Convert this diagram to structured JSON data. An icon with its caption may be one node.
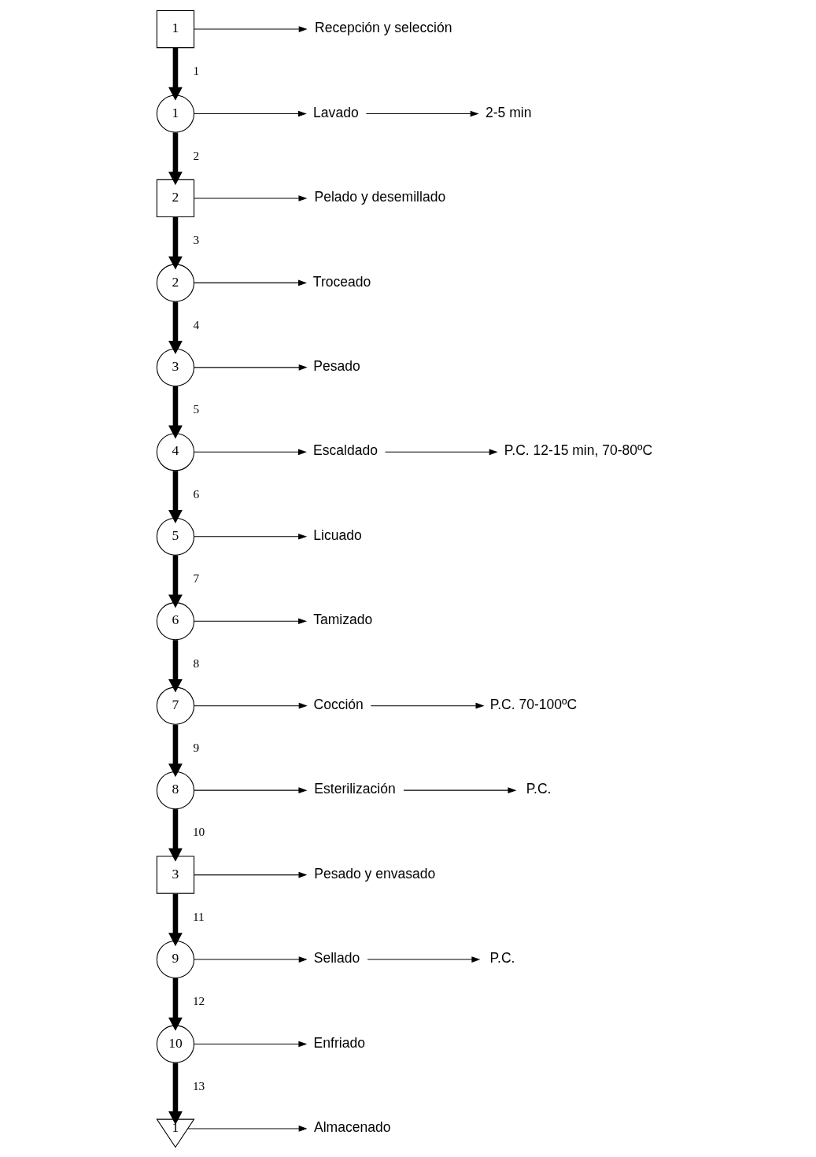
{
  "diagram": {
    "nodes": [
      {
        "text": [
          "1"
        ]
      },
      {
        "text": [
          "Recepción y selección"
        ]
      },
      {
        "text": [
          "1"
        ]
      },
      {
        "text": [
          "Lavado"
        ]
      },
      {
        "text": [
          "2-5 min"
        ]
      },
      {
        "text": [
          "2"
        ]
      },
      {
        "text": [
          "Pelado y desemillado"
        ]
      },
      {
        "text": [
          "2"
        ]
      },
      {
        "text": [
          "Troceado"
        ]
      },
      {
        "text": [
          "3"
        ]
      },
      {
        "text": [
          "Pesado"
        ]
      },
      {
        "text": [
          "4"
        ]
      },
      {
        "text": [
          "Escaldado"
        ]
      },
      {
        "text": [
          "P.C. 12-15 min, 70-80ºC"
        ]
      },
      {
        "text": [
          "5"
        ]
      },
      {
        "text": [
          "Licuado"
        ]
      },
      {
        "text": [
          "6"
        ]
      },
      {
        "text": [
          "Tamizado"
        ]
      },
      {
        "text": [
          "7"
        ]
      },
      {
        "text": [
          "Cocción"
        ]
      },
      {
        "text": [
          "P.C. 70-100ºC"
        ]
      },
      {
        "text": [
          "8"
        ]
      },
      {
        "text": [
          "Esterilización"
        ]
      },
      {
        "text": [
          "P.C."
        ]
      },
      {
        "text": [
          "3"
        ]
      },
      {
        "text": [
          "Pesado y envasado"
        ]
      },
      {
        "text": [
          "9"
        ]
      },
      {
        "text": [
          "Sellado"
        ]
      },
      {
        "text": [
          "P.C."
        ]
      },
      {
        "text": [
          "10"
        ]
      },
      {
        "text": [
          "Enfriado"
        ]
      },
      {
        "text": [
          "1"
        ]
      },
      {
        "text": [
          "Almacenado"
        ]
      }
    ],
    "edges": [
      {
        "from": 0,
        "to": 2,
        "arrow": "to",
        "label": "1",
        "style": "thick"
      },
      {
        "from": 2,
        "to": 5,
        "arrow": "to",
        "label": "2",
        "style": "thick"
      },
      {
        "from": 5,
        "to": 7,
        "arrow": "to",
        "label": "3",
        "style": "thick"
      },
      {
        "from": 7,
        "to": 9,
        "arrow": "to",
        "label": "4",
        "style": "thick"
      },
      {
        "from": 9,
        "to": 11,
        "arrow": "to",
        "label": "5",
        "style": "thick"
      },
      {
        "from": 11,
        "to": 14,
        "arrow": "to",
        "label": "6",
        "style": "thick"
      },
      {
        "from": 14,
        "to": 16,
        "arrow": "to",
        "label": "7",
        "style": "thick"
      },
      {
        "from": 16,
        "to": 18,
        "arrow": "to",
        "label": "8",
        "style": "thick"
      },
      {
        "from": 18,
        "to": 21,
        "arrow": "to",
        "label": "9",
        "style": "thick"
      },
      {
        "from": 21,
        "to": 24,
        "arrow": "to",
        "label": "10",
        "style": "thick"
      },
      {
        "from": 24,
        "to": 26,
        "arrow": "to",
        "label": "11",
        "style": "thick"
      },
      {
        "from": 26,
        "to": 29,
        "arrow": "to",
        "label": "12",
        "style": "thick"
      },
      {
        "from": 29,
        "to": 31,
        "arrow": "to",
        "label": "13",
        "style": "thick"
      },
      {
        "from": 0,
        "to": 1,
        "arrow": "to"
      },
      {
        "from": 2,
        "to": 3,
        "arrow": "to"
      },
      {
        "from": 3,
        "to": 4,
        "arrow": "to"
      },
      {
        "from": 5,
        "to": 6,
        "arrow": "to"
      },
      {
        "from": 7,
        "to": 8,
        "arrow": "to"
      },
      {
        "from": 9,
        "to": 10,
        "arrow": "to"
      },
      {
        "from": 11,
        "to": 12,
        "arrow": "to"
      },
      {
        "from": 12,
        "to": 13,
        "arrow": "to"
      },
      {
        "from": 14,
        "to": 15,
        "arrow": "to"
      },
      {
        "from": 16,
        "to": 17,
        "arrow": "to"
      },
      {
        "from": 18,
        "to": 19,
        "arrow": "to"
      },
      {
        "from": 19,
        "to": 20,
        "arrow": "to"
      },
      {
        "from": 21,
        "to": 22,
        "arrow": "to"
      },
      {
        "from": 22,
        "to": 23,
        "arrow": "to"
      },
      {
        "from": 24,
        "to": 25,
        "arrow": "to"
      },
      {
        "from": 26,
        "to": 27,
        "arrow": "to"
      },
      {
        "from": 27,
        "to": 28,
        "arrow": "to"
      },
      {
        "from": 29,
        "to": 30,
        "arrow": "to"
      },
      {
        "from": 31,
        "to": 32,
        "arrow": "to"
      }
    ]
  }
}
